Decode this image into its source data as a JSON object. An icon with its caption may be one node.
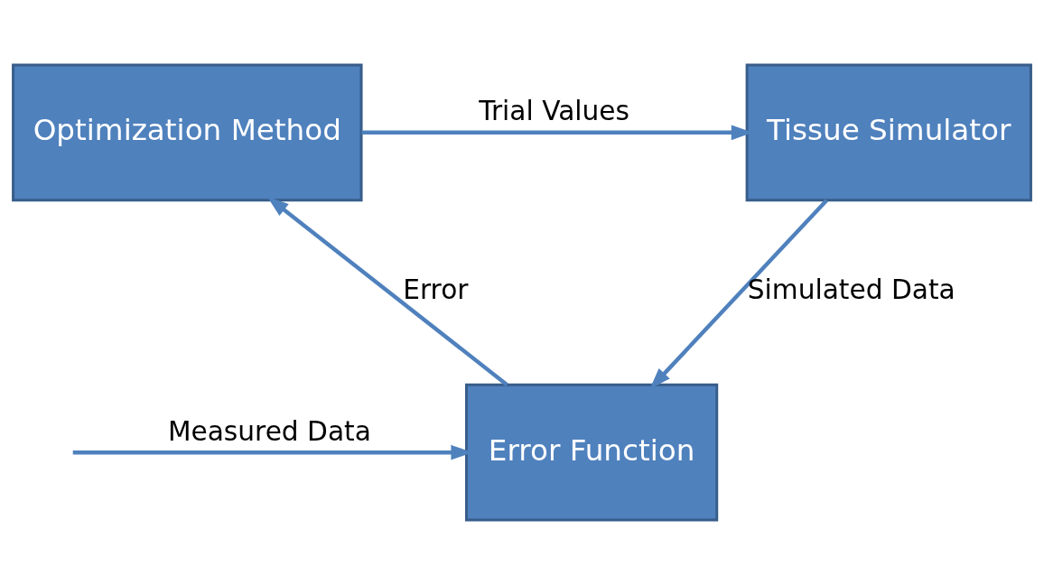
{
  "diagram": {
    "nodes": [
      {
        "text": [
          "Optimization Method"
        ]
      },
      {
        "text": [
          "Tissue Simulator"
        ]
      },
      {
        "text": [
          "Error Function"
        ]
      }
    ],
    "edges": [
      {
        "from": 0,
        "to": 1,
        "arrow": "to",
        "label": "Trial Values"
      },
      {
        "from": 1,
        "to": 2,
        "arrow": "to",
        "label": "Simulated Data"
      },
      {
        "from": 2,
        "to": 0,
        "arrow": "to",
        "label": "Error"
      },
      {
        "from": null,
        "to": 2,
        "arrow": "to",
        "label": "Measured Data"
      }
    ]
  }
}
